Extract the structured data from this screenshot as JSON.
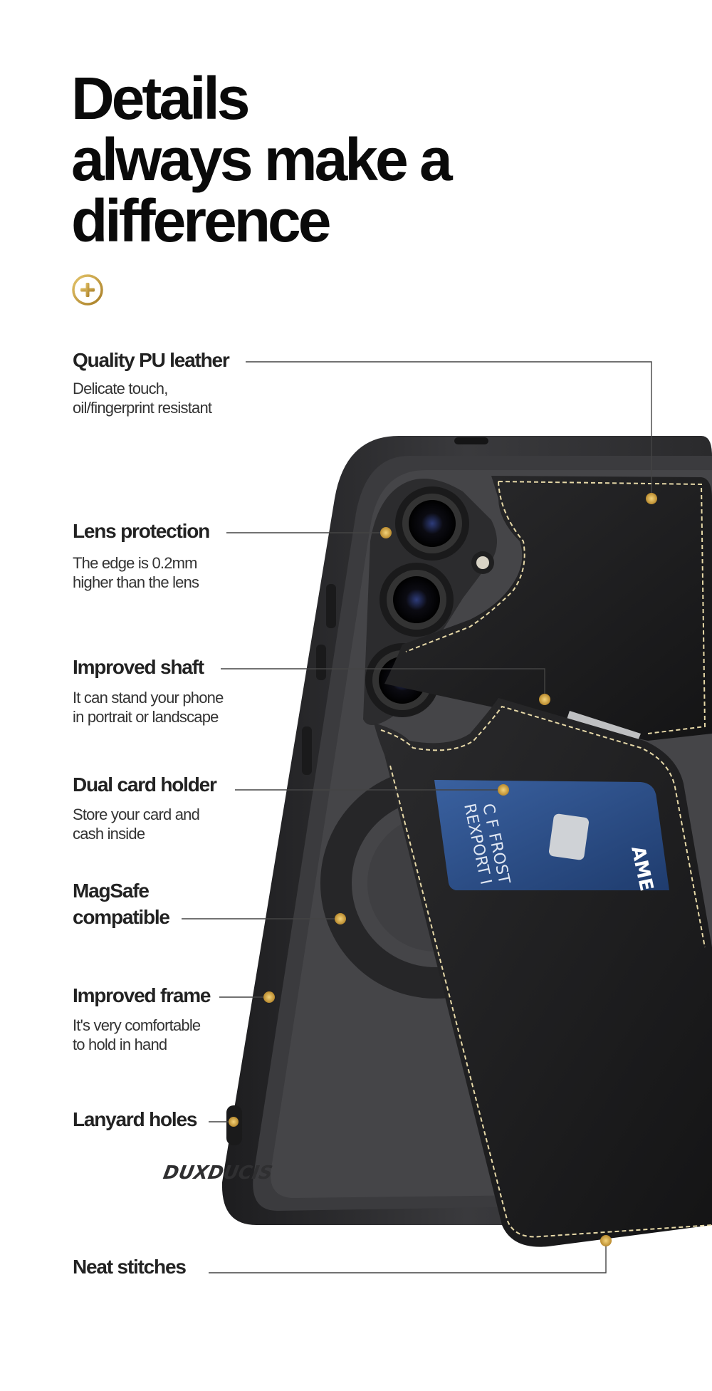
{
  "headline": {
    "lines": [
      "Details",
      "always make a",
      "difference"
    ]
  },
  "colors": {
    "accent_gold": "#c9a24b",
    "case_black": "#2a2a2c",
    "leather_black": "#1c1c1d",
    "stitch": "#e7d9a8",
    "card_blue": "#2d4f86"
  },
  "badge_icon": "plus-circle-icon",
  "features": [
    {
      "title": "Quality PU leather",
      "desc": [
        "Delicate touch,",
        "oil/fingerprint resistant"
      ]
    },
    {
      "title": "Lens protection",
      "desc": [
        "The edge is 0.2mm",
        "higher than the lens"
      ]
    },
    {
      "title": "Improved shaft",
      "desc": [
        "It can stand your phone",
        "in portrait or landscape"
      ]
    },
    {
      "title": "Dual card holder",
      "desc": [
        "Store your card and",
        "cash inside"
      ]
    },
    {
      "title": [
        "MagSafe",
        "compatible"
      ],
      "desc": []
    },
    {
      "title": "Improved frame",
      "desc": [
        "It's very comfortable",
        "to hold in hand"
      ]
    },
    {
      "title": "Lanyard holes",
      "desc": []
    },
    {
      "title": "Neat stitches",
      "desc": []
    }
  ],
  "product": {
    "brand_mark": "DUXDUCIS",
    "card_name_line1": "C F FROST",
    "card_name_line2": "REXPORT I",
    "card_brand": "AME"
  }
}
